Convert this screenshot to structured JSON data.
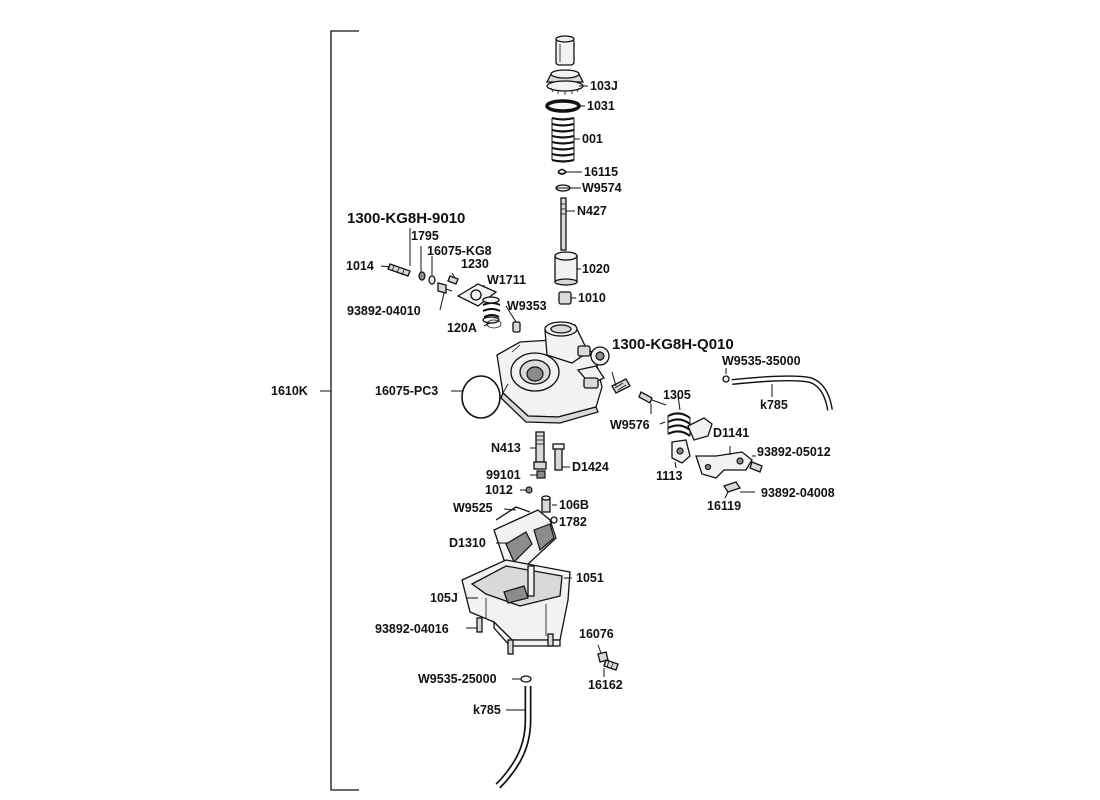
{
  "assembly": {
    "label": "1610K",
    "group_labels": {
      "top_assembly": "1300-KG8H-9010",
      "side_assembly": "1300-KG8H-Q010"
    }
  },
  "parts": {
    "p103J": "103J",
    "p1031": "1031",
    "p001": "001",
    "p16115": "16115",
    "pW9574": "W9574",
    "pN427": "N427",
    "p1795": "1795",
    "p16075KG8": "16075-KG8",
    "p1014": "1014",
    "p1230": "1230",
    "pW1711": "W1711",
    "p1020": "1020",
    "p1010": "1010",
    "p93892_04010": "93892-04010",
    "pW9353": "W9353",
    "p120A": "120A",
    "pW9535_35000": "W9535-35000",
    "p16075PC3": "16075-PC3",
    "pk785_top": "k785",
    "p1305": "1305",
    "pW9576": "W9576",
    "pD1141": "D1141",
    "pN413": "N413",
    "p93892_05012": "93892-05012",
    "p99101": "99101",
    "pD1424": "D1424",
    "p1113": "1113",
    "p1012": "1012",
    "p93892_04008": "93892-04008",
    "p16119": "16119",
    "pW9525": "W9525",
    "p106B": "106B",
    "p1782": "1782",
    "pD1310": "D1310",
    "p1051": "1051",
    "p105J": "105J",
    "p93892_04016": "93892-04016",
    "p16076": "16076",
    "p16162": "16162",
    "pW9535_25000": "W9535-25000",
    "pk785_bottom": "k785"
  },
  "icons": [
    "carburetor-body-icon",
    "float-bowl-icon",
    "throttle-spring-icon",
    "drain-hose-icon"
  ]
}
